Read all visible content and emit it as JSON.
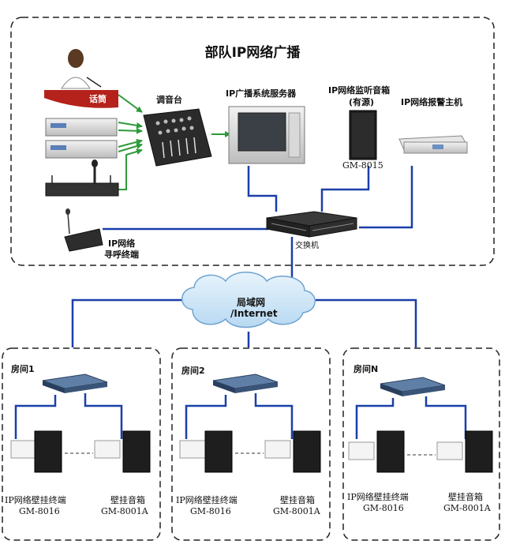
{
  "title": "部队IP网络广播",
  "top": {
    "mic_label": "话筒",
    "mixer_label": "调音台",
    "server_label": "IP广播系统服务器",
    "monitor_label": "IP网络监听音箱",
    "monitor_sub": "(有源)",
    "monitor_model": "GM-8015",
    "alarm_label": "IP网络报警主机",
    "paging_label_1": "IP网络",
    "paging_label_2": "寻呼终端",
    "switch_label": "交换机"
  },
  "network": {
    "label_1": "局域网",
    "label_2": "/Internet"
  },
  "rooms": [
    {
      "name": "房间1",
      "terminal_label": "IP网络壁挂终端",
      "terminal_model": "GM-8016",
      "speaker_label": "壁挂音箱",
      "speaker_model": "GM-8001A"
    },
    {
      "name": "房间2",
      "terminal_label": "IP网络壁挂终端",
      "terminal_model": "GM-8016",
      "speaker_label": "壁挂音箱",
      "speaker_model": "GM-8001A"
    },
    {
      "name": "房间N",
      "terminal_label": "IP网络壁挂终端",
      "terminal_model": "GM-8016",
      "speaker_label": "壁挂音箱",
      "speaker_model": "GM-8001A"
    }
  ],
  "colors": {
    "line": "#1a3fa8",
    "arrow": "#2e9a3a",
    "cloud": "#cfe6f7"
  }
}
